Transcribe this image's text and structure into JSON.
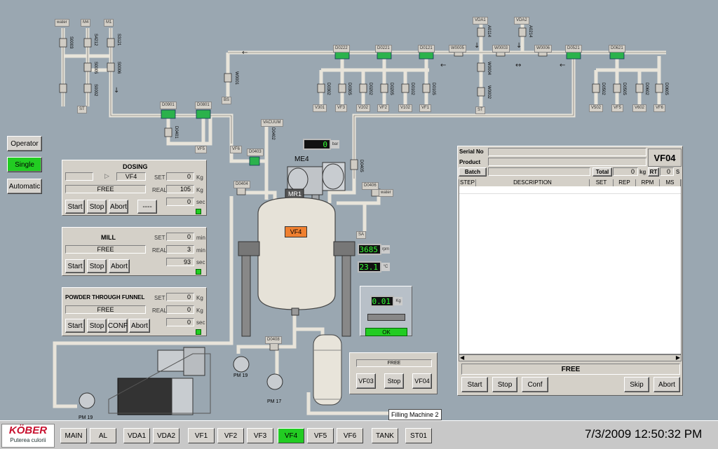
{
  "mode_buttons": {
    "operator": "Operator",
    "single": "Single",
    "automatic": "Automatic"
  },
  "source_tags": {
    "water": "water",
    "m4": "M4",
    "m1": "M1"
  },
  "pipe_tags": {
    "s0003": "S0003",
    "s4212": "S4212",
    "s3121": "S3121",
    "s0005": "S0005",
    "s0006": "S0006",
    "s0002": "S0002",
    "st_left": "ST",
    "st_right": "ST",
    "d0901": "D0901",
    "d0801": "D0801",
    "d0401": "D0401",
    "vf5": "VF5",
    "vf6": "VF6",
    "w0001": "W0001",
    "bs": "BS",
    "d0222": "D0222",
    "d0221": "D0221",
    "d0121": "D0121",
    "w0005": "W0005",
    "vda1": "VDA1",
    "vda2": "VDA2",
    "a0114": "A0114",
    "a0214": "A0214",
    "w0003": "W0003",
    "w0006": "W0006",
    "d0521": "D0521",
    "d0621": "D0621",
    "d0302": "D0302",
    "d0305": "D0305",
    "d0202": "D0202",
    "d0205": "D0205",
    "d0102": "D0102",
    "d0105": "D0105",
    "w0004": "W0004",
    "w0002": "W0002",
    "d0502": "D0502",
    "d0505": "D0505",
    "d0602": "D0602",
    "d0605": "D0605",
    "v301": "V301",
    "vf3": "VF3",
    "v202": "V202",
    "vf2": "VF2",
    "v102": "V102",
    "vf1": "VF1",
    "v502": "V502",
    "vf5b": "VF5",
    "v602": "V602",
    "vf6b": "VF6",
    "vacuum": "VACUUM",
    "d0402": "D0402",
    "d0403": "D0403",
    "d0404": "D0404",
    "d0405": "D0405",
    "d0406": "D0406",
    "water2": "water",
    "sa": "SA",
    "d0408": "D0408"
  },
  "equipment": {
    "me4": "ME4",
    "mr1": "MR1",
    "vessel_label": "VF4",
    "vessel_color": "#f08030",
    "pm19a": "PM 19",
    "pm19b": "PM 19",
    "pm17": "PM 17",
    "filling": "Filling Machine 2"
  },
  "displays": {
    "top": "0",
    "top_unit": "bar",
    "speed": "3685",
    "speed_unit": "rpm",
    "temp": "23.1",
    "temp_unit": "°C",
    "scale": "0.01",
    "scale_unit": "Kg",
    "ok": "OK"
  },
  "dosing": {
    "title": "DOSING",
    "target": "VF4",
    "status": "FREE",
    "set_label": "SET",
    "set_value": "0",
    "set_unit": "Kg",
    "real_label": "REAL",
    "real_value": "105",
    "real_unit": "Kg",
    "sec_value": "0",
    "sec_unit": "sec",
    "start": "Start",
    "stop": "Stop",
    "abort": "Abort",
    "extra": "----"
  },
  "mill": {
    "title": "MILL",
    "status": "FREE",
    "set_label": "SET",
    "set_value": "0",
    "set_unit": "min",
    "real_label": "REAL",
    "real_value": "3",
    "real_unit": "min",
    "sec_value": "93",
    "sec_unit": "sec",
    "start": "Start",
    "stop": "Stop",
    "abort": "Abort"
  },
  "powder": {
    "title": "POWDER THROUGH FUNNEL",
    "status": "FREE",
    "set_label": "SET",
    "set_value": "0",
    "set_unit": "Kg",
    "real_label": "REAL",
    "real_value": "0",
    "real_unit": "Kg",
    "sec_value": "0",
    "sec_unit": "sec",
    "start": "Start",
    "stop": "Stop",
    "conf": "CONF",
    "abort": "Abort"
  },
  "filling_panel": {
    "status": "FREE",
    "vf03": "VF03",
    "stop": "Stop",
    "vf04": "VF04"
  },
  "recipe": {
    "serial_label": "Serial No",
    "product_label": "Product",
    "batch_label": "Batch",
    "title": "VF04",
    "total_label": "Total",
    "total_value": "0",
    "total_unit": "kg",
    "rt_label": "RT",
    "rt_value": "0",
    "rt_unit": "S",
    "columns": [
      "STEP",
      "DESCRIPTION",
      "SET",
      "REP",
      "RPM",
      "MS"
    ],
    "status": "FREE",
    "start": "Start",
    "stop": "Stop",
    "conf": "Conf",
    "skip": "Skip",
    "abort": "Abort"
  },
  "menu": {
    "logo": "KÖBER",
    "tagline": "Puterea culorii",
    "items": [
      "MAIN",
      "AL",
      "VDA1",
      "VDA2",
      "VF1",
      "VF2",
      "VF3",
      "VF4",
      "VF5",
      "VF6",
      "TANK",
      "ST01"
    ],
    "selected": "VF4",
    "datetime": "7/3/2009 12:50:32 PM"
  }
}
